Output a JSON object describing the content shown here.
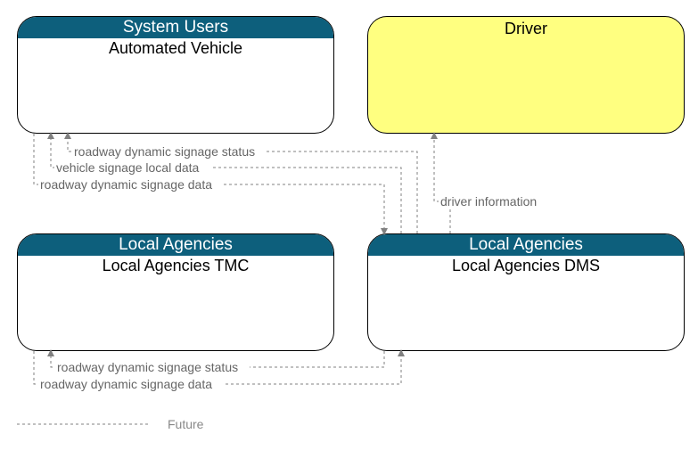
{
  "nodes": {
    "automated_vehicle": {
      "group": "System Users",
      "name": "Automated Vehicle"
    },
    "driver": {
      "name": "Driver"
    },
    "tmc": {
      "group": "Local Agencies",
      "name": "Local Agencies TMC"
    },
    "dms": {
      "group": "Local Agencies",
      "name": "Local Agencies DMS"
    }
  },
  "flows": [
    {
      "label": "roadway dynamic signage status",
      "from": "Local Agencies DMS",
      "to": "Automated Vehicle",
      "status": "Future"
    },
    {
      "label": "vehicle signage local data",
      "from": "Local Agencies DMS",
      "to": "Automated Vehicle",
      "status": "Future"
    },
    {
      "label": "roadway dynamic signage data",
      "from": "Automated Vehicle",
      "to": "Local Agencies DMS",
      "status": "Future"
    },
    {
      "label": "driver information",
      "from": "Local Agencies DMS",
      "to": "Driver",
      "status": "Future"
    },
    {
      "label": "roadway dynamic signage status",
      "from": "Local Agencies DMS",
      "to": "Local Agencies TMC",
      "status": "Future"
    },
    {
      "label": "roadway dynamic signage data",
      "from": "Local Agencies TMC",
      "to": "Local Agencies DMS",
      "status": "Future"
    }
  ],
  "legend": {
    "future_label": "Future"
  },
  "colors": {
    "header": "#0d5f7c",
    "driver_fill": "#ffff80",
    "flow_line": "#808080"
  }
}
